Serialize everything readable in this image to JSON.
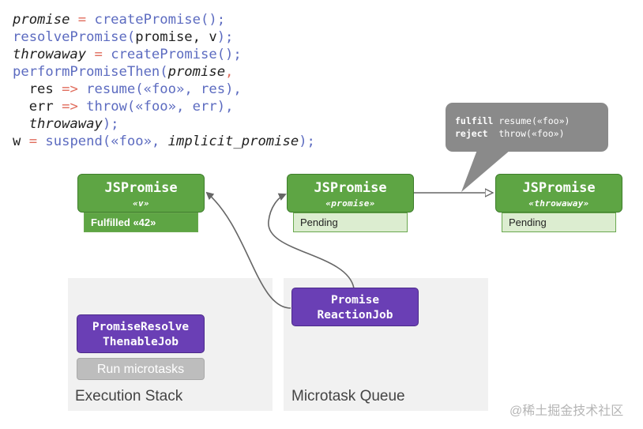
{
  "code": {
    "line1": {
      "a": "promise",
      "b": " = ",
      "c": "createPromise();"
    },
    "line2": {
      "a": "resolvePromise(",
      "b": "promise, v",
      "c": ");"
    },
    "line3": {
      "a": "throwaway",
      "b": " = ",
      "c": "createPromise();"
    },
    "line4": {
      "a": "performPromiseThen(",
      "b": "promise",
      "c": ","
    },
    "line5": {
      "a": "  res",
      "b": " => ",
      "c": "resume(«foo», res),"
    },
    "line6": {
      "a": "  err",
      "b": " => ",
      "c": "throw(«foo», err),"
    },
    "line7": {
      "a": "  throwaway",
      "b": ");"
    },
    "line8": {
      "a": "w",
      "b": " = ",
      "c": "suspend(«foo», ",
      "d": "implicit_promise",
      "e": ");"
    }
  },
  "nodes": {
    "v": {
      "title": "JSPromise",
      "subtitle": "«v»",
      "state": "Fulfilled «42»"
    },
    "promise": {
      "title": "JSPromise",
      "subtitle": "«promise»",
      "state": "Pending"
    },
    "throwaway": {
      "title": "JSPromise",
      "subtitle": "«throwaway»",
      "state": "Pending"
    }
  },
  "bubble": {
    "fulfill_key": "fulfill",
    "fulfill_val": "resume(«foo»)",
    "reject_key": "reject",
    "reject_val": "throw(«foo»)"
  },
  "jobs": {
    "reaction_line1": "Promise",
    "reaction_line2": "ReactionJob",
    "thenable_line1": "PromiseResolve",
    "thenable_line2": "ThenableJob"
  },
  "run_button": "Run microtasks",
  "panels": {
    "execution": "Execution Stack",
    "microtask": "Microtask Queue"
  },
  "watermark": "@稀土掘金技术社区",
  "colors": {
    "promise_green": "#5ea544",
    "job_purple": "#6a3fb5",
    "panel_gray": "#f1f1f1",
    "bubble_gray": "#8a8a8a"
  }
}
